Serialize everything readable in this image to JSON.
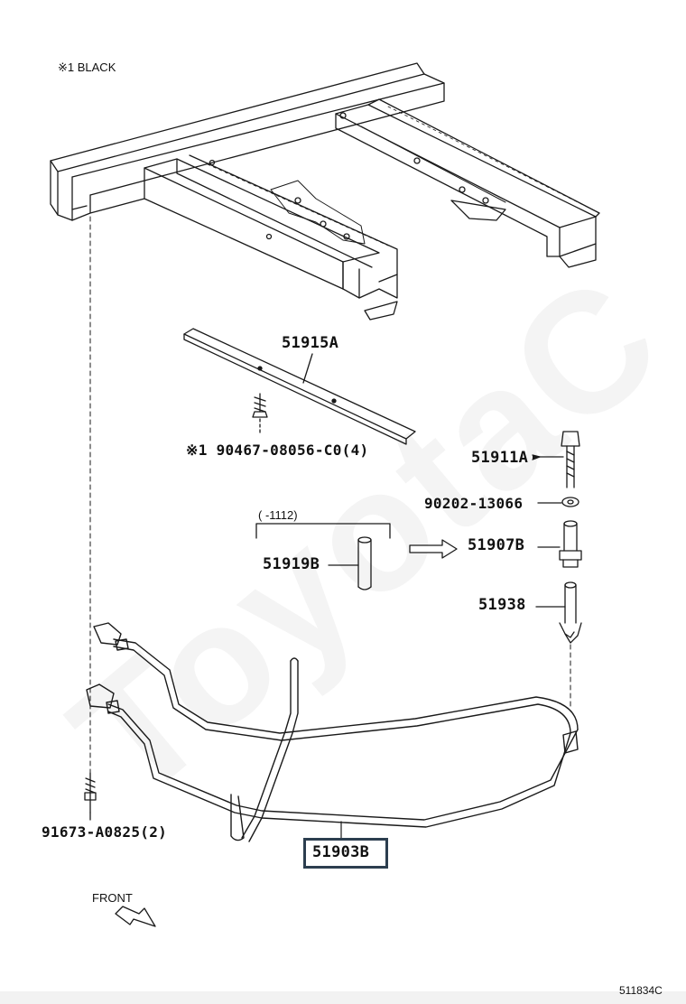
{
  "note_black": "※1 BLACK",
  "labels": {
    "p51915A": "51915A",
    "p90467": "※1 90467-08056-C0(4)",
    "p51911A": "51911A",
    "p90202": "90202-13066",
    "p51907B": "51907B",
    "p51919B": "51919B",
    "p51938": "51938",
    "p91673": "91673-A0825(2)",
    "p51903B": "51903B",
    "range_note": "(  -1112)"
  },
  "front_label": "FRONT",
  "diagram_id": "511834C",
  "watermark": "ToyotaC",
  "colors": {
    "line": "#1a1a1a",
    "highlight_border": "#2c3e4f"
  }
}
